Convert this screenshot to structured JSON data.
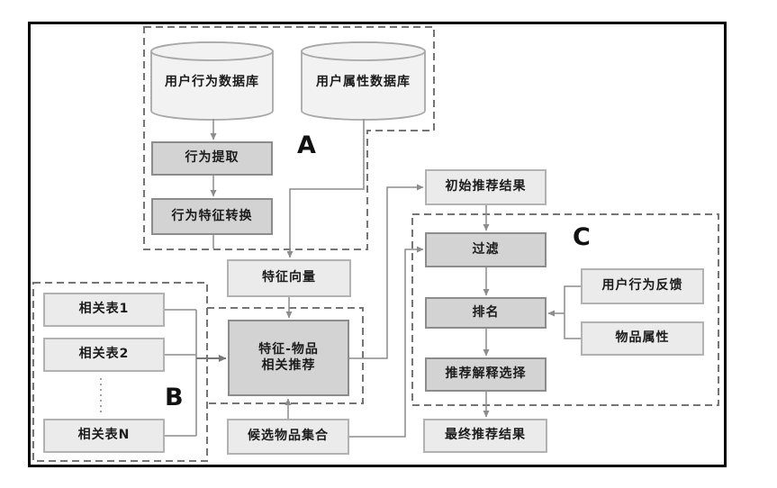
{
  "diagram": {
    "title_context": "recommendation pipeline flowchart",
    "groups": {
      "a_label": "A",
      "b_label": "B",
      "c_label": "C"
    },
    "nodes": {
      "user_behavior_db": "用户行为数据库",
      "user_attribute_db": "用户属性数据库",
      "behavior_extraction": "行为提取",
      "behavior_feature_conversion": "行为特征转换",
      "feature_vector": "特征向量",
      "related_table_1": "相关表1",
      "related_table_2": "相关表2",
      "related_table_n": "相关表N",
      "feature_item_line1": "特征-物品",
      "feature_item_line2": "相关推荐",
      "candidate_item_set": "候选物品集合",
      "initial_recommendation_result": "初始推荐结果",
      "filter": "过滤",
      "ranking": "排名",
      "user_behavior_feedback": "用户行为反馈",
      "item_attributes": "物品属性",
      "recommendation_explanation_selection": "推荐解释选择",
      "final_recommendation_result": "最终推荐结果"
    },
    "colors": {
      "process_box_fill": "#d3d3d3",
      "data_box_fill": "#ebebeb",
      "cylinder_fill": "#f2f2f2",
      "connector_line": "#8c8c8c",
      "dashed_group_border": "#757575",
      "frame_border": "#000000",
      "text": "#1b1b1b"
    }
  }
}
